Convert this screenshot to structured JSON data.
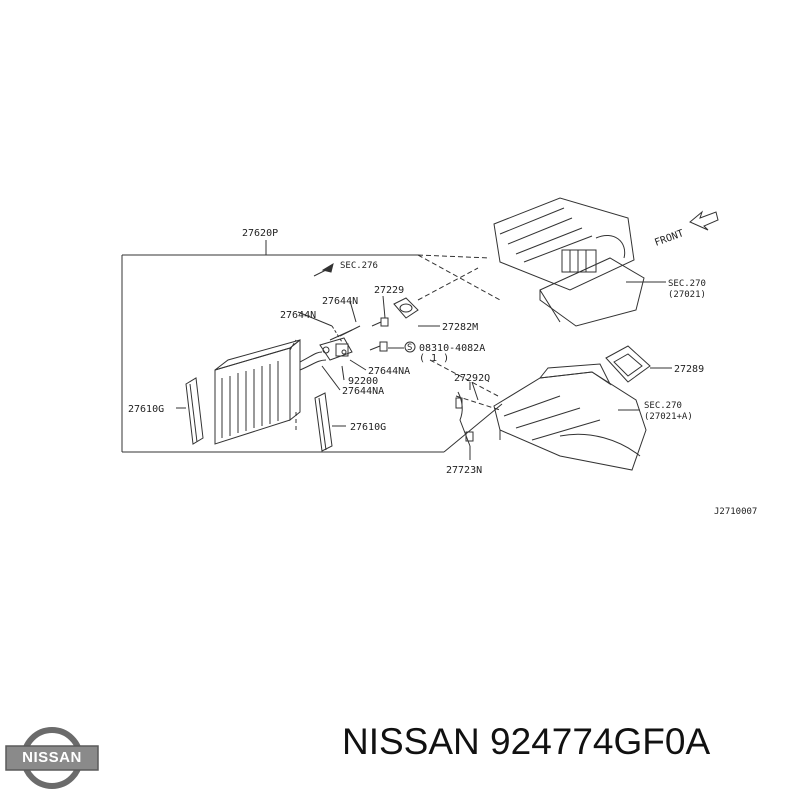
{
  "diagram": {
    "labels": {
      "group_box": "27620P",
      "sec276": "SEC.276",
      "p27229": "27229",
      "p27644n_a": "27644N",
      "p27644n_b": "27644N",
      "p27282m": "27282M",
      "p08310": "08310-4082A",
      "p08310_qty": "( 1 )",
      "bolt_symbol": "S",
      "p27644na_a": "27644NA",
      "p92200": "92200",
      "p27644na_b": "27644NA",
      "p27610g_left": "27610G",
      "p27610g_right": "27610G",
      "p27292q": "27292Q",
      "p27723n": "27723N",
      "p27289": "27289",
      "front": "FRONT",
      "sec270_top": "SEC.270",
      "sec270_top_ref": "(27021)",
      "sec270_bottom": "SEC.270",
      "sec270_bottom_ref": "(27021+A)",
      "drawing_code": "J2710007"
    }
  },
  "footer": {
    "brand_logo_text": "NISSAN",
    "part_caption": "NISSAN 924774GF0A"
  }
}
